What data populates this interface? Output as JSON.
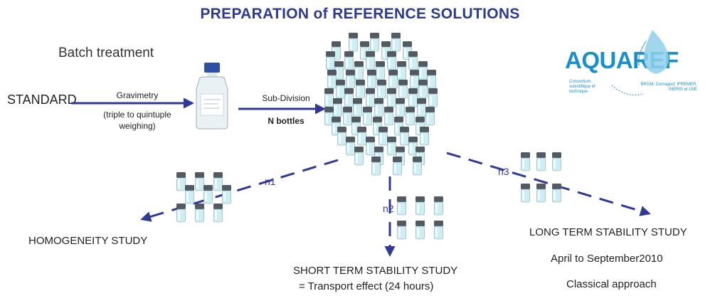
{
  "title": "PREPARATION of REFERENCE SOLUTIONS",
  "batch_label": "Batch treatment",
  "standard_label": "STANDARD",
  "gravimetry": {
    "label": "Gravimetry",
    "note": "(triple to quintuple weighing)"
  },
  "subdivision": {
    "label": "Sub-Division",
    "count": "N bottles"
  },
  "logo": {
    "name": "AQUAREF",
    "tagline": "Consortium scientifique et technique",
    "partners": "BRGM, Cemagref, IFREMER, INERIS et LNE"
  },
  "branches": {
    "n1": "n1",
    "n2": "n2",
    "n3": "n3"
  },
  "studies": {
    "homogeneity": "HOMOGENEITY STUDY",
    "short_term": "SHORT TERM STABILITY STUDY",
    "short_term_note": "= Transport effect (24 hours)",
    "long_term": "LONG TERM STABILITY STUDY",
    "long_term_period": "April to September2010",
    "long_term_note": "Classical approach"
  },
  "colors": {
    "arrow": "#303a96",
    "title": "#2e3a8c",
    "liquid": "#cdeef2",
    "cap": "#545a62",
    "logo": "#1a8fc9"
  },
  "icons": [
    "reagent-bottle-icon",
    "vial-icon",
    "water-drop-icon"
  ]
}
